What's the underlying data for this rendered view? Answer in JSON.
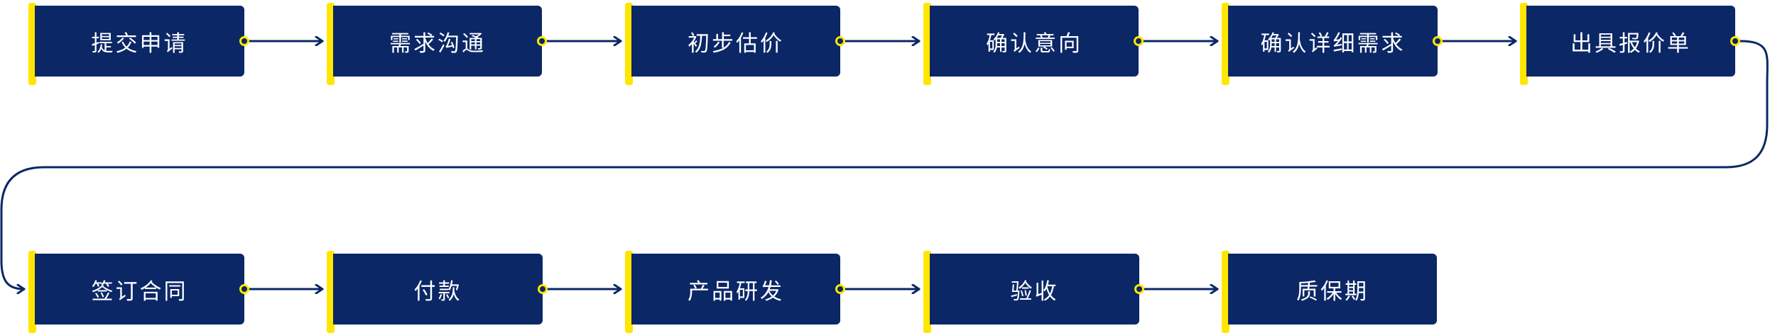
{
  "colors": {
    "box": "#0b2766",
    "accent": "#ffe600",
    "line": "#0b2766",
    "text": "#ffffff"
  },
  "steps": [
    {
      "label": "提交申请"
    },
    {
      "label": "需求沟通"
    },
    {
      "label": "初步估价"
    },
    {
      "label": "确认意向"
    },
    {
      "label": "确认详细需求"
    },
    {
      "label": "出具报价单"
    },
    {
      "label": "签订合同"
    },
    {
      "label": "付款"
    },
    {
      "label": "产品研发"
    },
    {
      "label": "验收"
    },
    {
      "label": "质保期"
    }
  ]
}
